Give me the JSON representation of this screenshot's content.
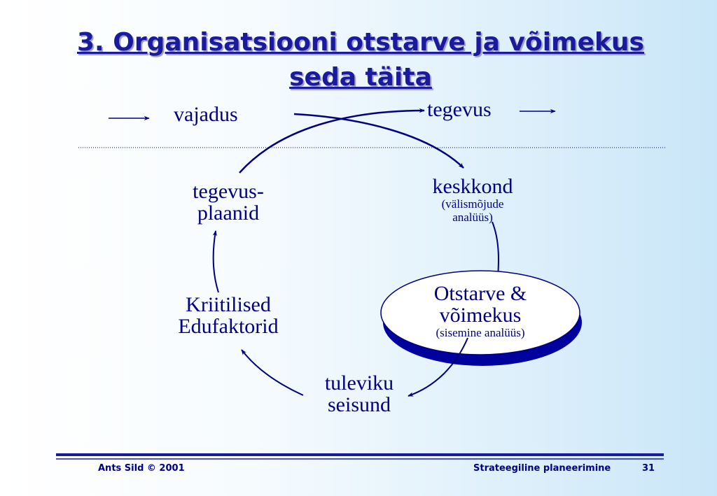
{
  "slide": {
    "title_line1": "3. Organisatsiooni otstarve ja võimekus",
    "title_line2": "seda täita"
  },
  "nodes": {
    "vajadus": "vajadus",
    "tegevus": "tegevus",
    "keskkond": "keskkond",
    "keskkond_note_line1": "(välismõjude",
    "keskkond_note_line2": "analüüs)",
    "otstarve_line1": "Otstarve &",
    "otstarve_line2": "võimekus",
    "otstarve_note": "(sisemine analüüs)",
    "tuleviku_line1": "tuleviku",
    "tuleviku_line2": "seisund",
    "kriitilised_line1": "Kriitilised",
    "kriitilised_line2": "Edufaktorid",
    "tegevusplaanid_line1": "tegevus-",
    "tegevusplaanid_line2": "plaanid"
  },
  "footer": {
    "author": "Ants Sild  © 2001",
    "course": "Strateegiline planeerimine",
    "page": "31"
  },
  "colors": {
    "primary": "#000080",
    "title": "#1a1a9c",
    "ellipse_fill": "#ffffff",
    "ellipse_shadow": "#00009c"
  }
}
